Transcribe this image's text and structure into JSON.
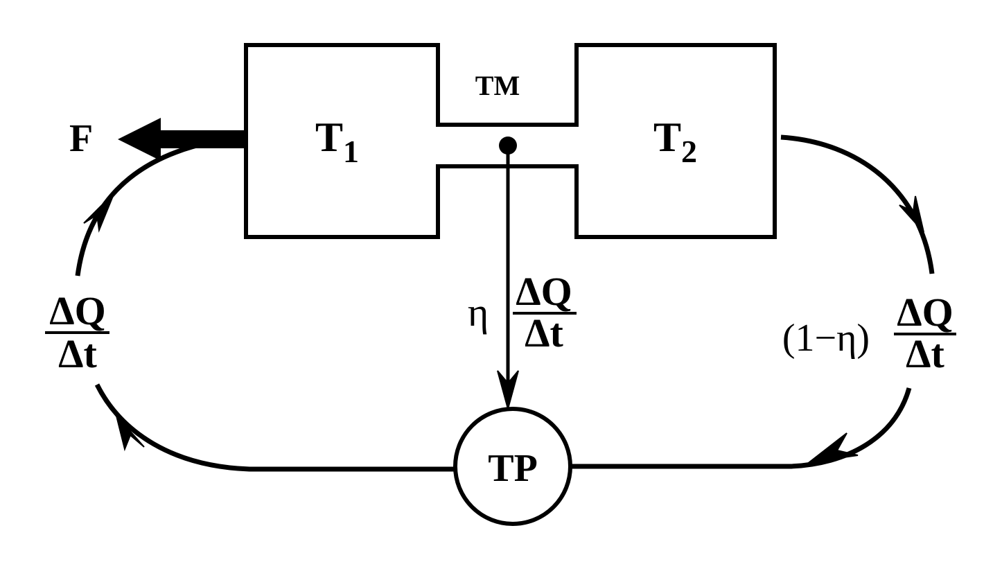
{
  "colors": {
    "ink": "#000000",
    "background": "#ffffff"
  },
  "labels": {
    "force": "F",
    "tm": "TM",
    "tp": "TP",
    "t1_main": "T",
    "t1_sub": "1",
    "t2_main": "T",
    "t2_sub": "2"
  },
  "flows": {
    "left": {
      "numerator": "ΔQ",
      "denominator": "Δt"
    },
    "center": {
      "coefficient": "η",
      "numerator": "ΔQ",
      "denominator": "Δt"
    },
    "right": {
      "coefficient": "(1−η)",
      "numerator": "ΔQ",
      "denominator": "Δt"
    }
  }
}
